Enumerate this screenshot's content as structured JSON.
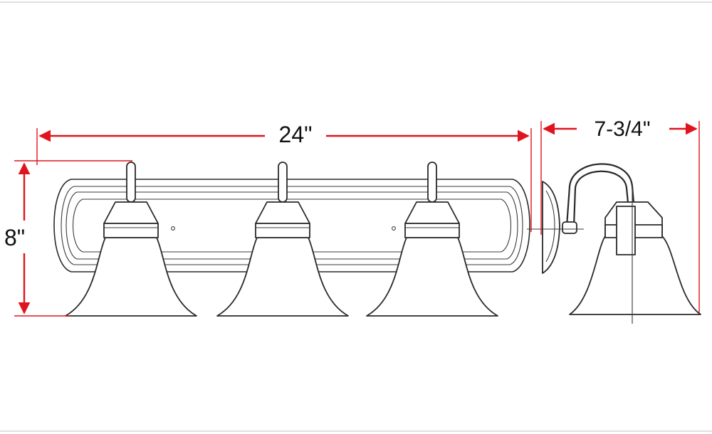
{
  "diagram": {
    "dimensions": {
      "width_label": "24\"",
      "height_label": "8\"",
      "depth_label": "7-3/4\""
    },
    "colors": {
      "dimension_lines": "#e0141e",
      "drawing_lines": "#2a2a2a",
      "background": "#ffffff"
    },
    "views": [
      "front-view",
      "side-view"
    ],
    "shade_count": 3
  }
}
